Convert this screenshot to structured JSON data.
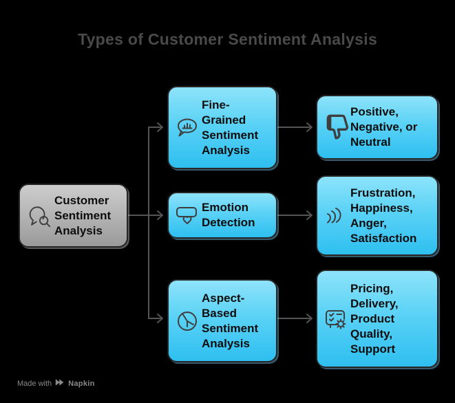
{
  "title": "Types of Customer Sentiment Analysis",
  "colors": {
    "background": "#000000",
    "title_text": "#4A4A4A",
    "node_text": "#0D0D0D",
    "blue_box_top": "#8EE3FA",
    "blue_box_bottom": "#2EBFF0",
    "gray_box_top": "#CDCDCD",
    "gray_box_bottom": "#9A9A9A",
    "connector": "#555555",
    "footer_text": "#8A8A8A"
  },
  "root": {
    "label": "Customer Sentiment Analysis",
    "icon": "chat-search-icon"
  },
  "branches": [
    {
      "type": {
        "label": "Fine-Grained Sentiment Analysis",
        "icon": "bar-chart-bubble-icon"
      },
      "output": {
        "label": "Positive, Negative, or Neutral",
        "icon": "thumbs-down-icon"
      }
    },
    {
      "type": {
        "label": "Emotion Detection",
        "icon": "message-heart-icon"
      },
      "output": {
        "label": "Frustration, Happiness, Anger, Satisfaction",
        "icon": "emotion-waves-icon"
      }
    },
    {
      "type": {
        "label": "Aspect-Based Sentiment Analysis",
        "icon": "pie-chart-icon"
      },
      "output": {
        "label": "Pricing, Delivery, Product Quality, Support",
        "icon": "checklist-gear-icon"
      }
    }
  ],
  "footer": {
    "made_with": "Made with",
    "brand": "Napkin"
  }
}
